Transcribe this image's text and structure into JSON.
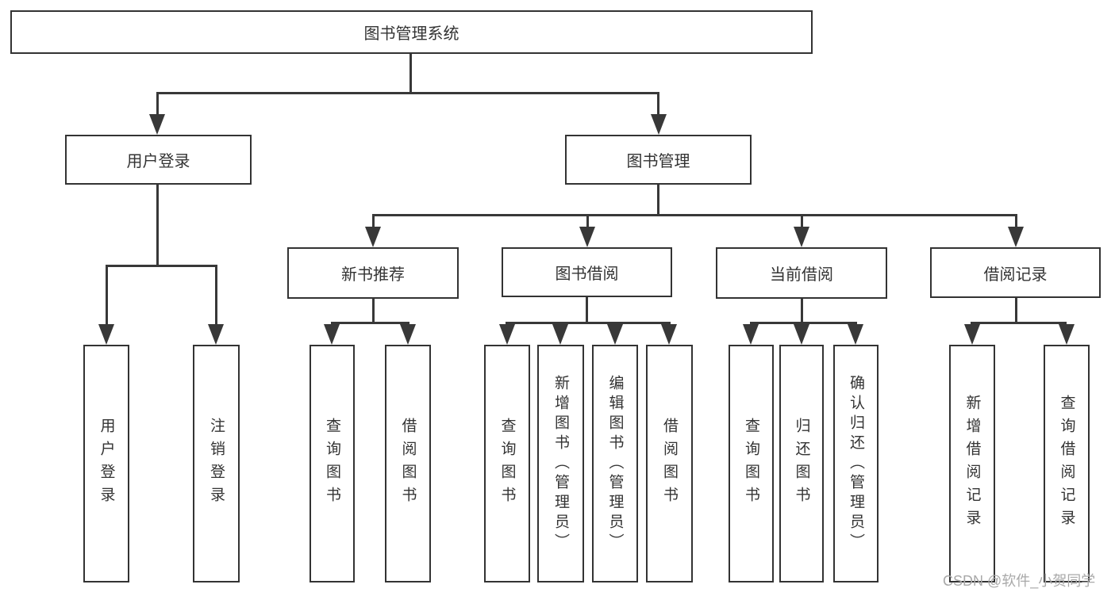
{
  "tree": {
    "label": "图书管理系统",
    "children": [
      {
        "label": "用户登录",
        "children": [
          {
            "label": "用户登录"
          },
          {
            "label": "注销登录"
          }
        ]
      },
      {
        "label": "图书管理",
        "children": [
          {
            "label": "新书推荐",
            "children": [
              {
                "label": "查询图书"
              },
              {
                "label": "借阅图书"
              }
            ]
          },
          {
            "label": "图书借阅",
            "children": [
              {
                "label": "查询图书"
              },
              {
                "label": "新增图书（管理员）"
              },
              {
                "label": "编辑图书（管理员）"
              },
              {
                "label": "借阅图书"
              }
            ]
          },
          {
            "label": "当前借阅",
            "children": [
              {
                "label": "查询图书"
              },
              {
                "label": "归还图书"
              },
              {
                "label": "确认归还（管理员）"
              }
            ]
          },
          {
            "label": "借阅记录",
            "children": [
              {
                "label": "新增借阅记录"
              },
              {
                "label": "查询借阅记录"
              }
            ]
          }
        ]
      }
    ]
  },
  "watermark": {
    "text": "CSDN @软件_小贺同学"
  },
  "colors": {
    "background": "#ffffff",
    "line": "#383838",
    "box_border": "#333333",
    "text": "#333333",
    "watermark": "#a9a9a9"
  }
}
